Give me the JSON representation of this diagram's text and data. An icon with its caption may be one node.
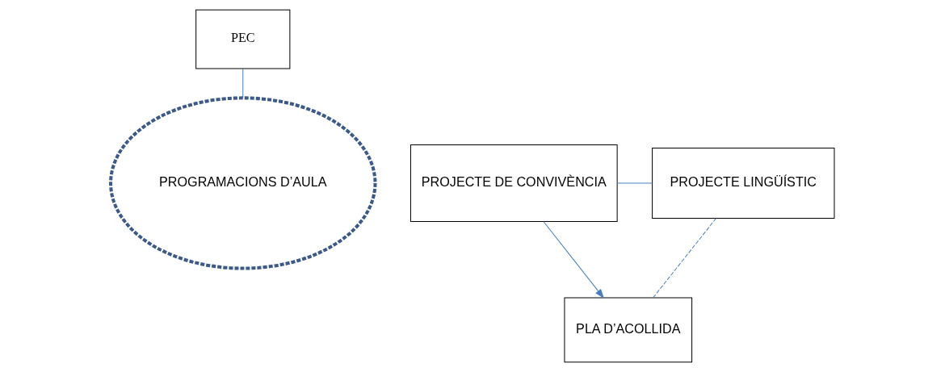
{
  "diagram": {
    "nodes": [
      {
        "text": [
          "PEC"
        ]
      },
      {
        "text": [
          "PROJECTE DE CONVIVÈNCIA"
        ]
      },
      {
        "text": [
          "PROGRAMACIONS D’AULA"
        ]
      },
      {
        "text": [
          "PROJECTE LINGÜÍSTIC"
        ]
      },
      {
        "text": [
          "PLA D’ACOLLIDA"
        ]
      }
    ],
    "edges": [
      {
        "from": 0,
        "to": 2,
        "arrow": "none"
      },
      {
        "from": 1,
        "to": 3,
        "arrow": "none"
      },
      {
        "from": 1,
        "to": 4,
        "arrow": "to"
      },
      {
        "from": 3,
        "to": 4,
        "arrow": "none",
        "style": "dashed"
      }
    ]
  }
}
